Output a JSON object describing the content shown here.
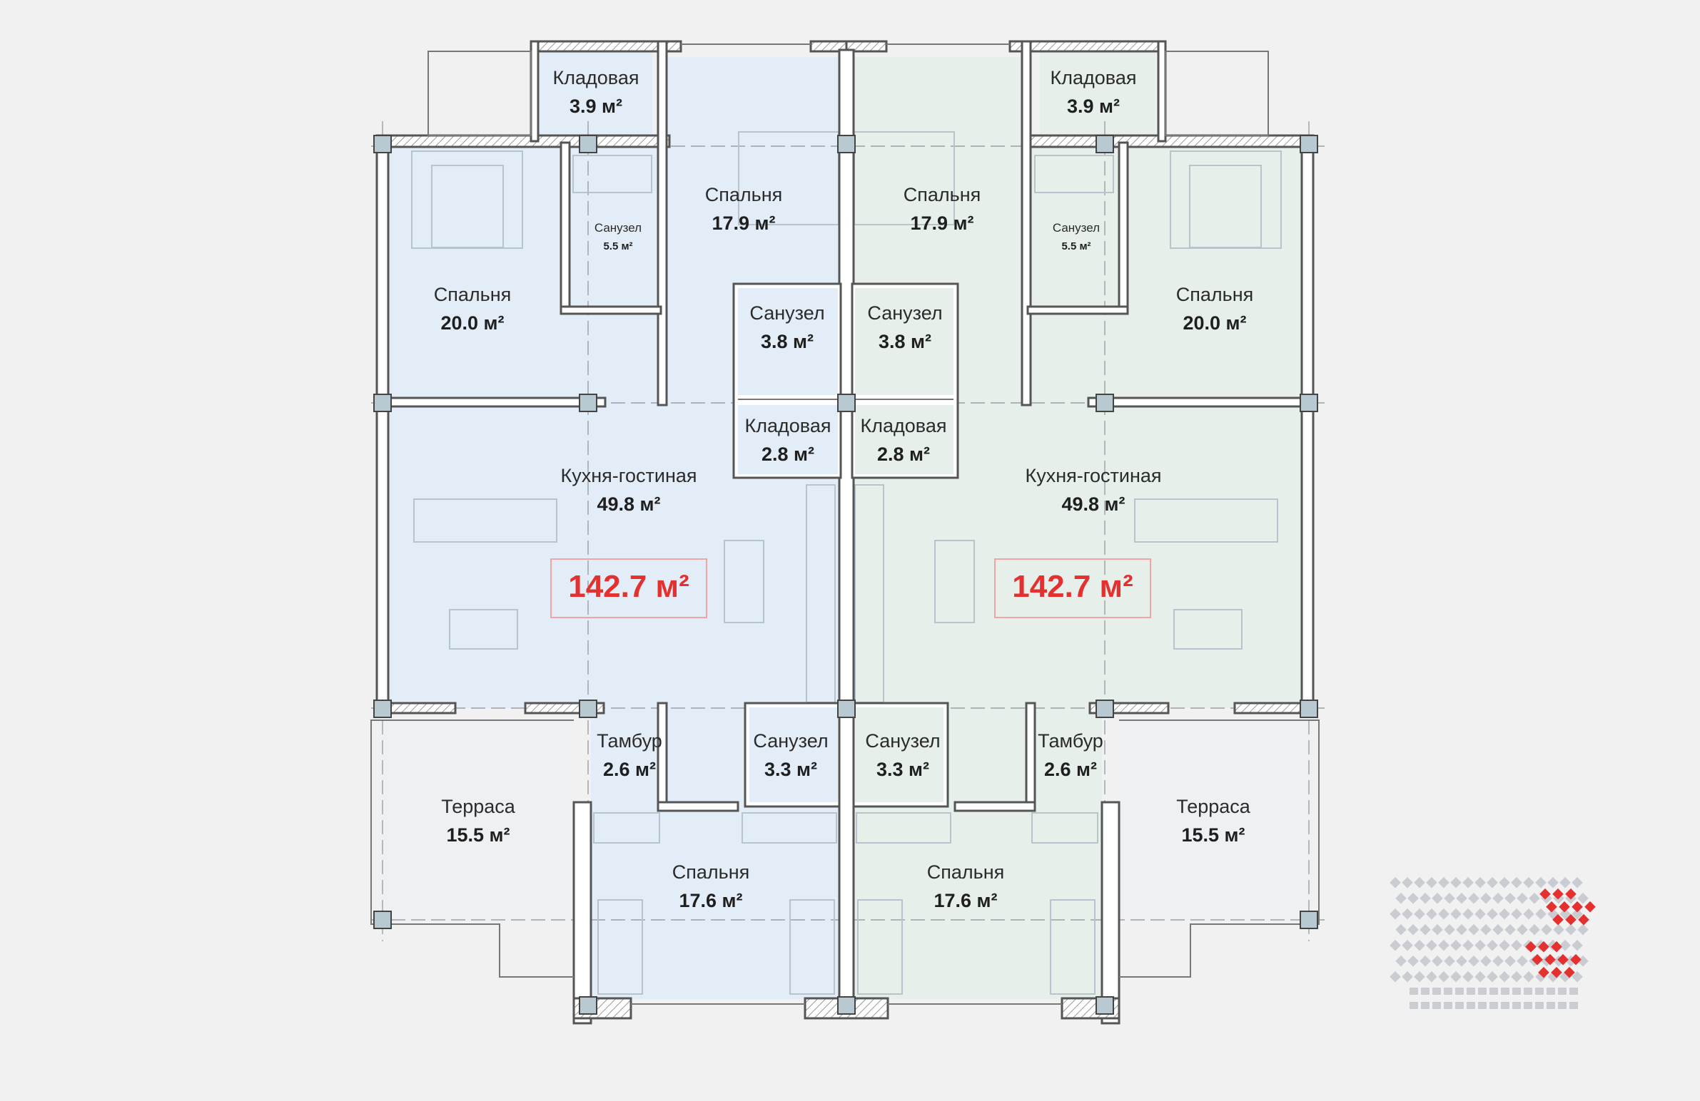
{
  "units": {
    "left": {
      "total_area": "142.7 м²",
      "fill_color": "#e3edf7",
      "rooms": {
        "storage_top": {
          "name": "Кладовая",
          "area": "3.9 м²"
        },
        "bedroom_master": {
          "name": "Спальня",
          "area": "20.0 м²"
        },
        "bathroom_ensuite": {
          "name": "Санузел",
          "area": "5.5 м²"
        },
        "bedroom_north": {
          "name": "Спальня",
          "area": "17.9 м²"
        },
        "bathroom_center": {
          "name": "Санузел",
          "area": "3.8 м²"
        },
        "storage_center": {
          "name": "Кладовая",
          "area": "2.8 м²"
        },
        "kitchen_living": {
          "name": "Кухня-гостиная",
          "area": "49.8 м²"
        },
        "vestibule": {
          "name": "Тамбур",
          "area": "2.6 м²"
        },
        "bathroom_south": {
          "name": "Санузел",
          "area": "3.3 м²"
        },
        "terrace": {
          "name": "Терраса",
          "area": "15.5 м²"
        },
        "bedroom_south": {
          "name": "Спальня",
          "area": "17.6 м²"
        }
      }
    },
    "right": {
      "total_area": "142.7 м²",
      "fill_color": "#e6efe9",
      "rooms": {
        "storage_top": {
          "name": "Кладовая",
          "area": "3.9 м²"
        },
        "bedroom_master": {
          "name": "Спальня",
          "area": "20.0 м²"
        },
        "bathroom_ensuite": {
          "name": "Санузел",
          "area": "5.5 м²"
        },
        "bedroom_north": {
          "name": "Спальня",
          "area": "17.9 м²"
        },
        "bathroom_center": {
          "name": "Санузел",
          "area": "3.8 м²"
        },
        "storage_center": {
          "name": "Кладовая",
          "area": "2.8 м²"
        },
        "kitchen_living": {
          "name": "Кухня-гостиная",
          "area": "49.8 м²"
        },
        "vestibule": {
          "name": "Тамбур",
          "area": "2.6 м²"
        },
        "bathroom_south": {
          "name": "Санузел",
          "area": "3.3 м²"
        },
        "terrace": {
          "name": "Терраса",
          "area": "15.5 м²"
        },
        "bedroom_south": {
          "name": "Спальня",
          "area": "17.6 м²"
        }
      }
    }
  },
  "colors": {
    "background": "#f1f1f2",
    "accent": "#e4302f"
  }
}
